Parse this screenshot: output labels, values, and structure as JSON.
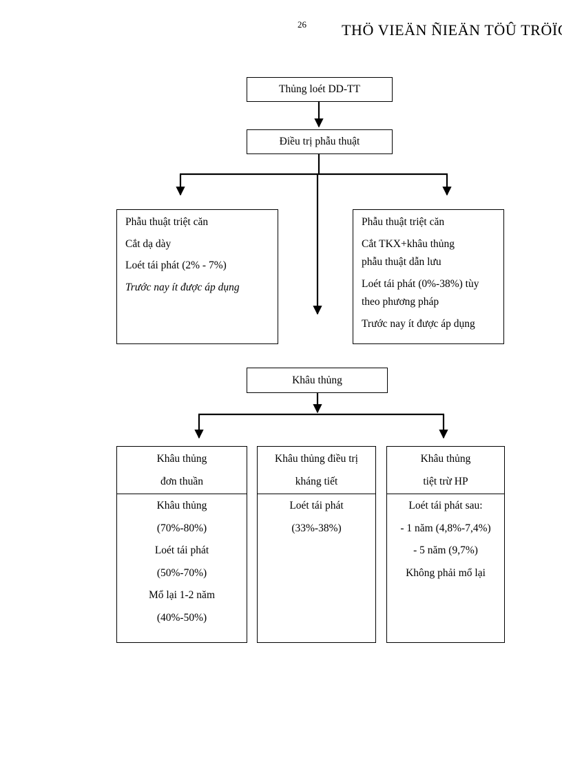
{
  "page": {
    "number": "26",
    "header_title": "THÖ VIEÄN ÑIEÄN TÖÛ TRÖÏC TUYEÁN"
  },
  "colors": {
    "ink": "#000000",
    "paper": "#ffffff"
  },
  "flowchart": {
    "top": {
      "label": "Thủng loét DD-TT"
    },
    "treatment": {
      "label": "Điều trị phẫu thuật"
    },
    "radical_left": {
      "lines": [
        "Phẫu thuật triệt căn",
        "Cắt dạ dày",
        "Loét tái phát (2% - 7%)",
        "Trước nay ít được áp dụng"
      ]
    },
    "radical_right": {
      "lines": [
        "Phẫu thuật triệt căn",
        "Cắt TKX+khâu thủng",
        "phẫu thuật dẫn lưu",
        "Loét tái phát (0%-38%) tùy",
        "theo phương pháp",
        "Trước nay ít được áp dụng"
      ]
    },
    "suture": {
      "label": "Khâu thủng"
    },
    "columns": [
      {
        "head": [
          "Khâu thủng",
          "đơn thuần"
        ],
        "body": [
          "Khâu thủng",
          "(70%-80%)",
          "Loét tái phát",
          "(50%-70%)",
          "Mổ lại 1-2  năm",
          "(40%-50%)"
        ]
      },
      {
        "head": [
          "Khâu thủng điều trị",
          "kháng tiết"
        ],
        "body": [
          "Loét tái phát",
          "(33%-38%)"
        ]
      },
      {
        "head": [
          "Khâu thủng",
          "tiệt trừ HP"
        ],
        "body": [
          "Loét tái phát sau:",
          "- 1 năm (4,8%-7,4%)",
          "- 5 năm (9,7%)",
          "Không phải mổ lại"
        ]
      }
    ]
  }
}
